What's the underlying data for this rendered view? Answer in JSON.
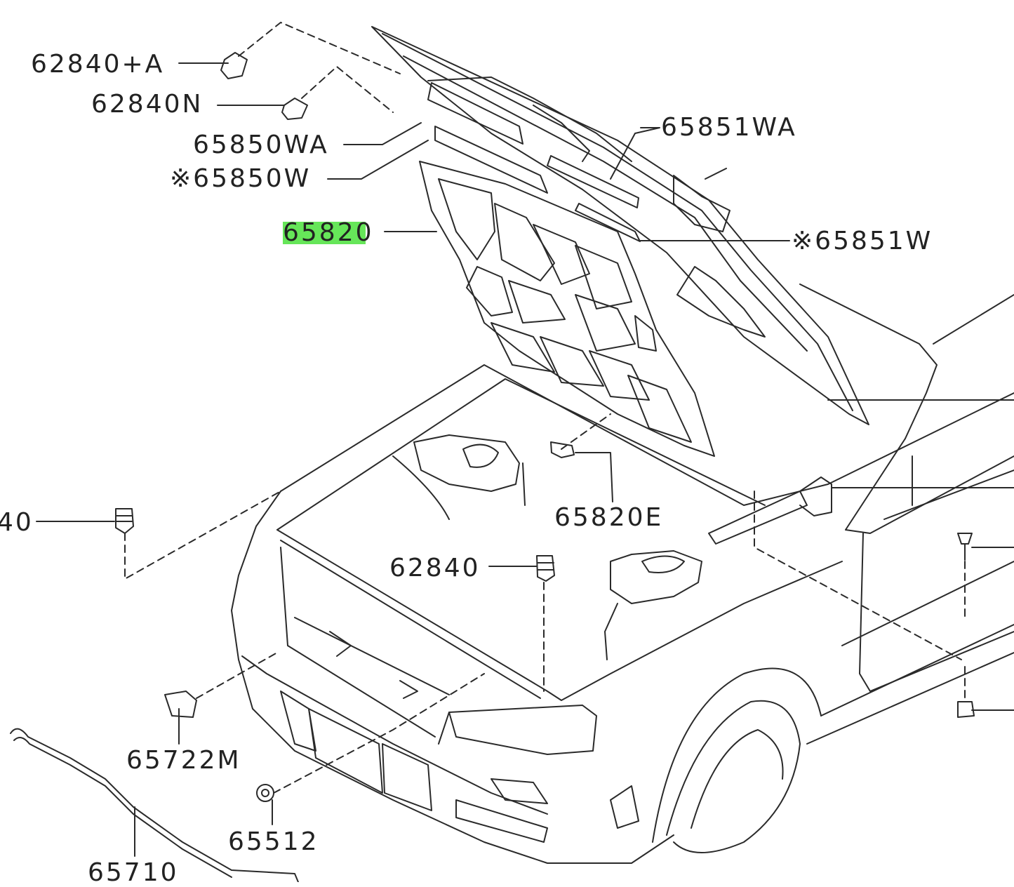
{
  "colors": {
    "line": "#2a2a2a",
    "highlight": "#33dd22",
    "background": "#ffffff"
  },
  "labels": {
    "p62840A": "62840+A",
    "p62840N": "62840N",
    "p65850WA": "65850WA",
    "p65850W": "※65850W",
    "p65851WA": "65851WA",
    "p65851W": "※65851W",
    "p65820": "65820",
    "p65820E": "65820E",
    "p62840": "62840",
    "p40": "40",
    "p65722M": "65722M",
    "p65512": "65512",
    "p65710": "65710"
  },
  "highlight": {
    "part": "65820",
    "highlighted_text": "6582"
  }
}
